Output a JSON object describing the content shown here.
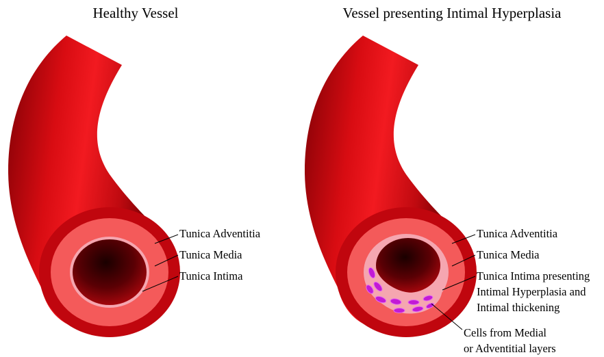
{
  "panels": {
    "healthy": {
      "title": "Healthy Vessel",
      "labels": {
        "adventitia": "Tunica Adventitia",
        "media": "Tunica Media",
        "intima": "Tunica Intima"
      }
    },
    "hyperplasia": {
      "title": "Vessel  presenting Intimal Hyperplasia",
      "labels": {
        "adventitia": "Tunica Adventitia",
        "media": "Tunica Media",
        "intima_line1": "Tunica Intima presenting",
        "intima_line2": "Intimal Hyperplasia and",
        "intima_line3": "Intimal thickening",
        "cells_line1": "Cells from Medial",
        "cells_line2": "or Adventitial layers"
      }
    }
  },
  "colors": {
    "vessel": "#e8141a",
    "vessel_dark": "#8a0006",
    "adventitia": "#c0060e",
    "media": "#f45a5a",
    "intima": "#f5a6b0",
    "cells": "#c21ad6"
  }
}
